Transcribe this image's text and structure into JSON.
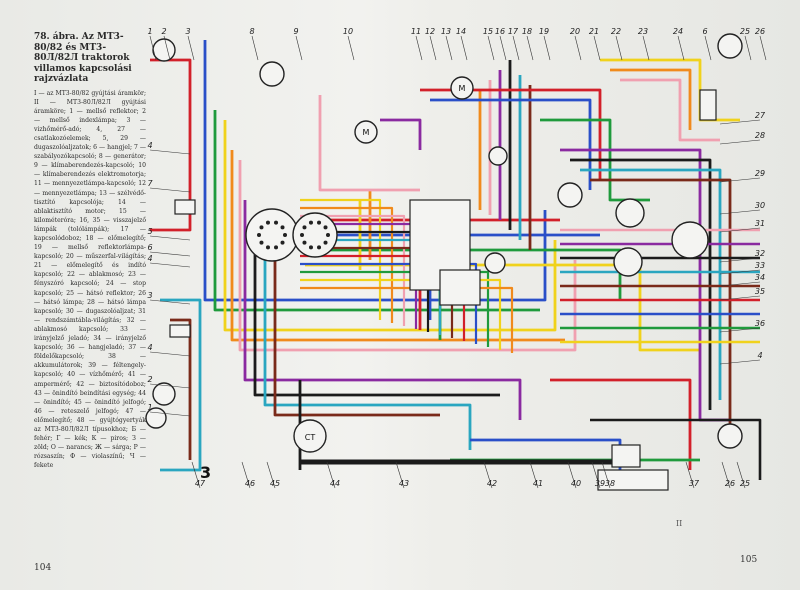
{
  "legend": {
    "title": "78. ábra. Az MT3-80/82 és MT3-80Л/82Л traktorok villamos kapcsolási rajzvázlata",
    "body": "I — az MT3-80/82 gyújtási áramkör; II — MT3-80Л/82Л gyújtási áramköre; 1 — mellső reflektor; 2 — mellső indexlámpa; 3 — vizhőmérő-adó; 4, 27 — csatlakozóelemek; 5, 29 — dugaszolóaljzatok; 6 — hangjel; 7 — szabályozókapcsoló; 8 — generátor; 9 — klímaberendezés-kapcsoló; 10 — klímaberendezés elektromotorja; 11 — mennyezetlámpa-kapcsoló; 12 — mennyezetlámpa; 13 — szélvédő-tisztító kapcsolója; 14 — ablaktisztító motor; 15 — kilométeróra; 16, 35 — visszajelző lámpák (tolólámpák); 17 — kapcsolódoboz; 18 — előmelegítő; 19 — mellső reflektorlámpa-kapcsoló; 20 — műszerfal-világítás; 21 — előmelegítő és indító kapcsoló; 22 — ablakmosó; 23 — fényszóró kapcsoló; 24 — stop kapcsoló; 25 — hátsó reflektor; 26 — hátsó lámpa; 28 — hátsó lámpa kapcsoló; 30 — dugaszolóaljzat; 31 — rendszámtábla-világítás; 32 — ablakmosó kapcsoló; 33 — irányjelző jeladó; 34 — irányjelző kapcsoló; 36 — hangjeladó; 37 — földelőkapcsoló; 38 — akkumulátorok; 39 — féltengely-kapcsoló; 40 — vízhőmérő; 41 — ampermérő; 42 — biztosítódoboz; 43 — önindító beindítási egység; 44 — önindító; 45 — önindító jelfogó; 46 — reteszelő jelfogó; 47 — előmelegítő; 48 — gyújtógyertyák az MT3-80Л/82Л típusokhoz; Б — fehér; Г — kék; К — piros; З — zöld; О — narancs; Ж — sárga; Р — rózsaszín; Ф — violaszínű; Ч — fekete"
  },
  "pages": {
    "left": "104",
    "right": "105"
  },
  "handwritten_mark": "3",
  "stray_mark": "II",
  "callouts": {
    "top": [
      "1",
      "2",
      "3",
      "8",
      "9",
      "10",
      "11",
      "12",
      "13",
      "14",
      "15",
      "16",
      "17",
      "18",
      "19",
      "20",
      "21",
      "22",
      "23",
      "24",
      "6",
      "25",
      "26"
    ],
    "right": [
      "27",
      "28",
      "29",
      "30",
      "31",
      "32",
      "33",
      "34",
      "35",
      "36",
      "4"
    ],
    "left": [
      "4",
      "7",
      "5",
      "6",
      "4",
      "3",
      "4",
      "2",
      "1"
    ],
    "bottom": [
      "47",
      "46",
      "45",
      "44",
      "43",
      "42",
      "41",
      "40",
      "39",
      "38",
      "37",
      "26",
      "25"
    ]
  },
  "wire_colors": {
    "red": "#d2202a",
    "blue": "#2a4fc8",
    "green": "#1f9a3c",
    "yellow": "#f0d21c",
    "orange": "#f08a1c",
    "pink": "#f0a0b0",
    "purple": "#8a2aa0",
    "black": "#1b1b1b",
    "teal": "#2aa6c0",
    "white": "#f4f4f2",
    "brown": "#7a2a1a"
  }
}
